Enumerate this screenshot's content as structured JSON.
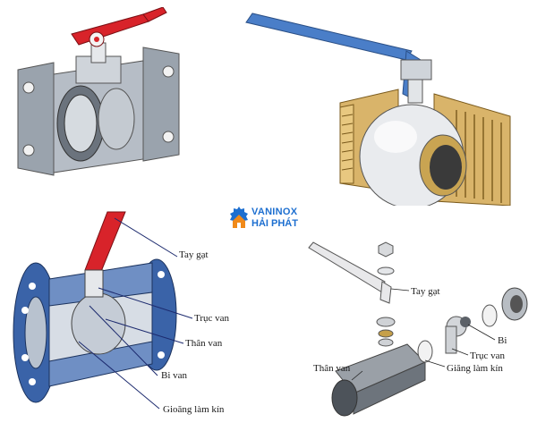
{
  "brand": {
    "name": "VANINOX",
    "sub": "HẢI PHÁT",
    "name_color": "#1d6fd0",
    "sub_color": "#1d6fd0",
    "gear_color": "#1d6fd0",
    "house_color": "#f08a1a"
  },
  "diagram_left": {
    "labels": {
      "handle": "Tay gạt",
      "stem": "Trục van",
      "body": "Thân van",
      "ball": "Bi van",
      "seal": "Gioăng làm kín"
    }
  },
  "diagram_right": {
    "labels": {
      "handle": "Tay gạt",
      "ball": "Bi",
      "stem": "Trục van",
      "seal": "Giăng làm kín",
      "body": "Thân van"
    }
  },
  "colors": {
    "red_handle": "#d8232a",
    "blue_handle": "#4a7ec8",
    "brass": "#d9b46a",
    "steel": "#8e97a3",
    "cut_blue": "#3a63a8"
  }
}
